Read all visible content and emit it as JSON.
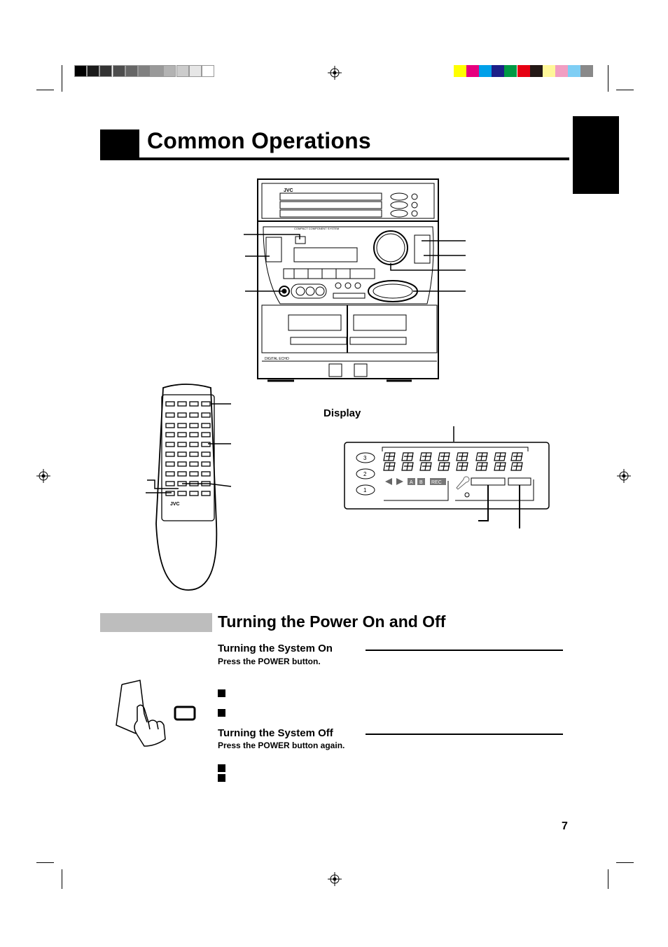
{
  "page": {
    "title": "Common Operations",
    "page_number": "7"
  },
  "colors": {
    "grayscale_bar": [
      "#000000",
      "#1a1a1a",
      "#333333",
      "#4d4d4d",
      "#666666",
      "#808080",
      "#999999",
      "#b3b3b3",
      "#cccccc",
      "#e6e6e6",
      "#ffffff"
    ],
    "color_bar": [
      "#ffff00",
      "#e6007e",
      "#00a0e9",
      "#1d2088",
      "#009944",
      "#e60012",
      "#231815",
      "#fff799",
      "#f19ec2",
      "#7ecef4",
      "#898989"
    ],
    "section_grey": "#bdbdbd"
  },
  "illustrations": {
    "unit_logo": "JVC",
    "remote_logo": "JVC",
    "unit_caption": "COMPACT COMPONENT SYSTEM",
    "display_label": "Display",
    "display_indicators": [
      "A",
      "B",
      "REC"
    ],
    "display_disc_numbers": [
      "3",
      "2",
      "1"
    ]
  },
  "section": {
    "title": "Turning the Power On and Off",
    "system_on": {
      "heading": "Turning the System On",
      "instruction": "Press the POWER button."
    },
    "system_off": {
      "heading": "Turning the System Off",
      "instruction": "Press the POWER button again."
    },
    "hand_icon": "hand-pressing-button-icon"
  }
}
